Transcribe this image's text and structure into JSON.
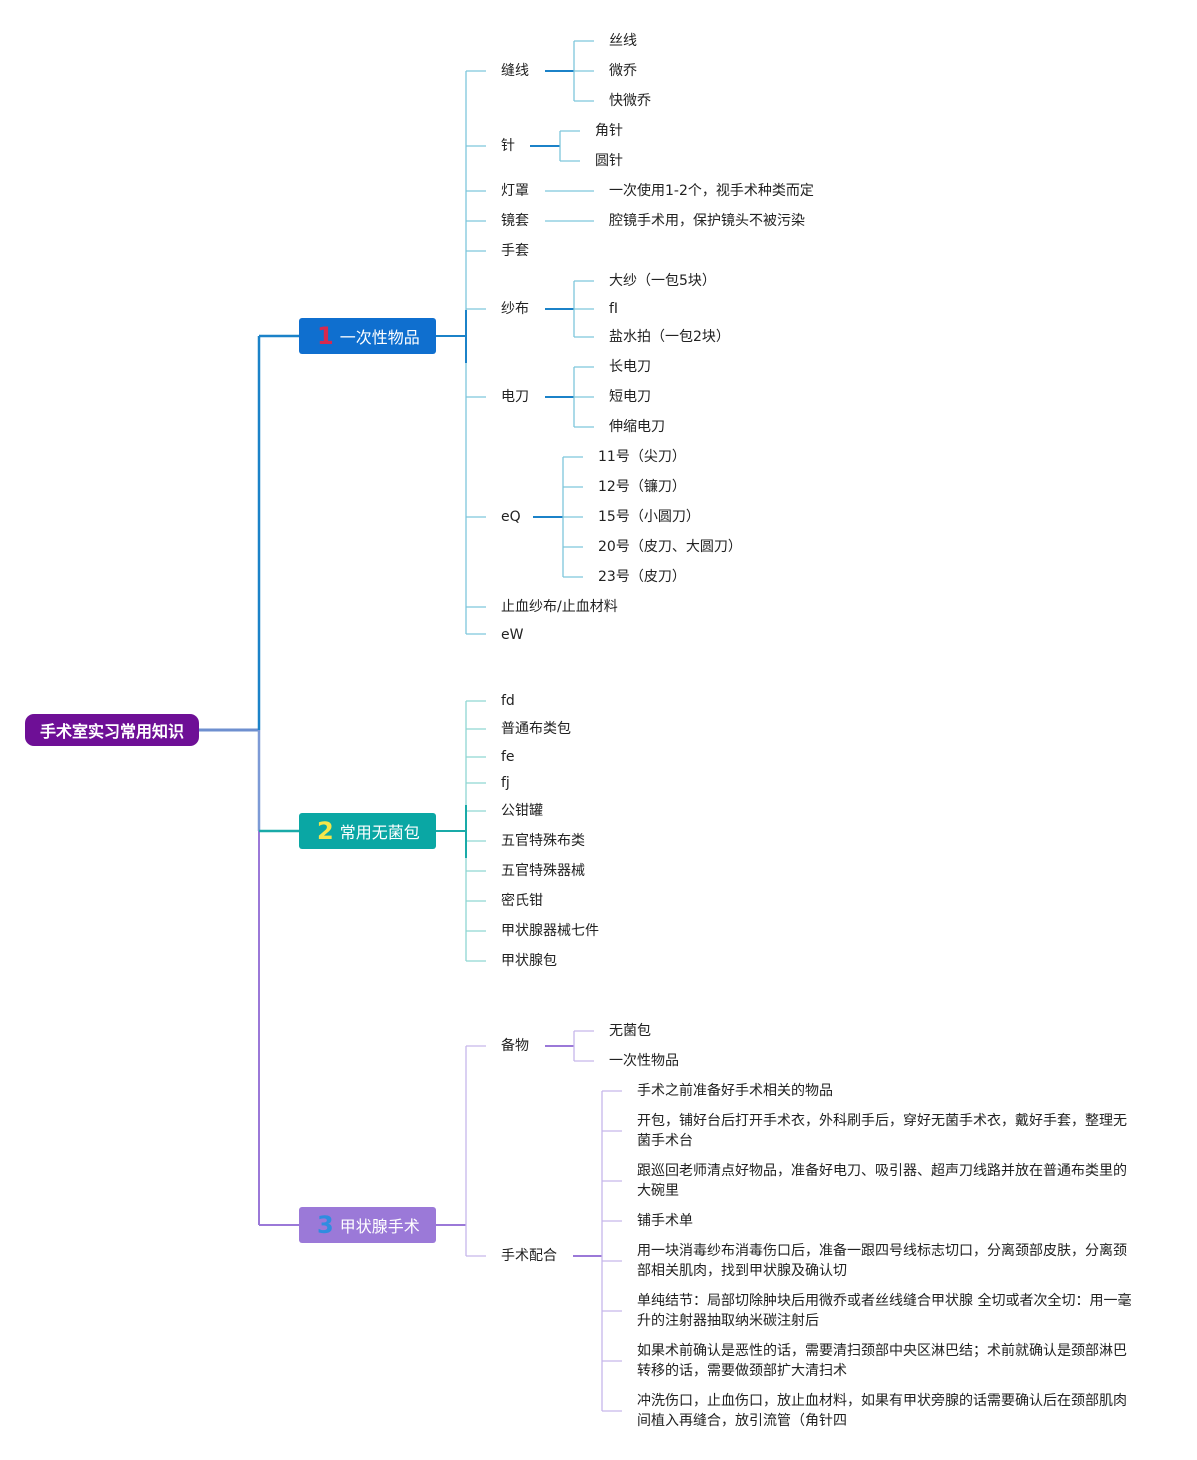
{
  "root": {
    "label": "手术室实习常用知识",
    "color": "#6e0f96"
  },
  "branches": [
    {
      "num": "1",
      "label": "一次性物品",
      "color": "#0f6fcf",
      "num_color": "#d6294f",
      "line": "#1b82c8",
      "leaf_line": "#7ec6dc"
    },
    {
      "num": "2",
      "label": "常用无菌包",
      "color": "#0aa7a4",
      "num_color": "#f5e64a",
      "line": "#19aaa8",
      "leaf_line": "#8fd6d2"
    },
    {
      "num": "3",
      "label": "甲状腺手术",
      "color": "#9b79d8",
      "num_color": "#2f8de0",
      "line": "#9b79d8",
      "leaf_line": "#c7b7ea"
    }
  ],
  "b1": {
    "items": [
      "缝线",
      "针",
      "灯罩",
      "镜套",
      "手套",
      "纱布",
      "电刀",
      "eQ",
      "止血纱布/止血材料",
      "eW"
    ],
    "sutures": [
      "丝线",
      "微乔",
      "快微乔"
    ],
    "needles": [
      "角针",
      "圆针"
    ],
    "lampshade_note": "一次使用1-2个，视手术种类而定",
    "sleeve_note": "腔镜手术用，保护镜头不被污染",
    "gauze": [
      "大纱（一包5块）",
      "fI",
      "盐水拍（一包2块）"
    ],
    "electrosurgical": [
      "长电刀",
      "短电刀",
      "伸缩电刀"
    ],
    "blades": [
      "11号（尖刀）",
      "12号（镰刀）",
      "15号（小圆刀）",
      "20号（皮刀、大圆刀）",
      "23号（皮刀）"
    ]
  },
  "b2": {
    "items": [
      "fd",
      "普通布类包",
      "fe",
      "fj",
      "公钳罐",
      "五官特殊布类",
      "五官特殊器械",
      "密氏钳",
      "甲状腺器械七件",
      "甲状腺包"
    ]
  },
  "b3": {
    "items": [
      "备物",
      "手术配合"
    ],
    "prep": [
      "无菌包",
      "一次性物品"
    ],
    "steps": [
      "手术之前准备好手术相关的物品",
      "开包，铺好台后打开手术衣，外科刷手后，穿好无菌手术衣，戴好手套，整理无菌手术台",
      "跟巡回老师清点好物品，准备好电刀、吸引器、超声刀线路并放在普通布类里的大碗里",
      "铺手术单",
      "用一块消毒纱布消毒伤口后，准备一跟四号线标志切口，分离颈部皮肤，分离颈部相关肌肉，找到甲状腺及确认切",
      "单纯结节：局部切除肿块后用微乔或者丝线缝合甲状腺 全切或者次全切：用一毫升的注射器抽取纳米碳注射后",
      "如果术前确认是恶性的话，需要清扫颈部中央区淋巴结；术前就确认是颈部淋巴转移的话，需要做颈部扩大清扫术",
      "冲洗伤口，止血伤口，放止血材料，如果有甲状旁腺的话需要确认后在颈部肌肉间植入再缝合，放引流管（角针四"
    ]
  }
}
